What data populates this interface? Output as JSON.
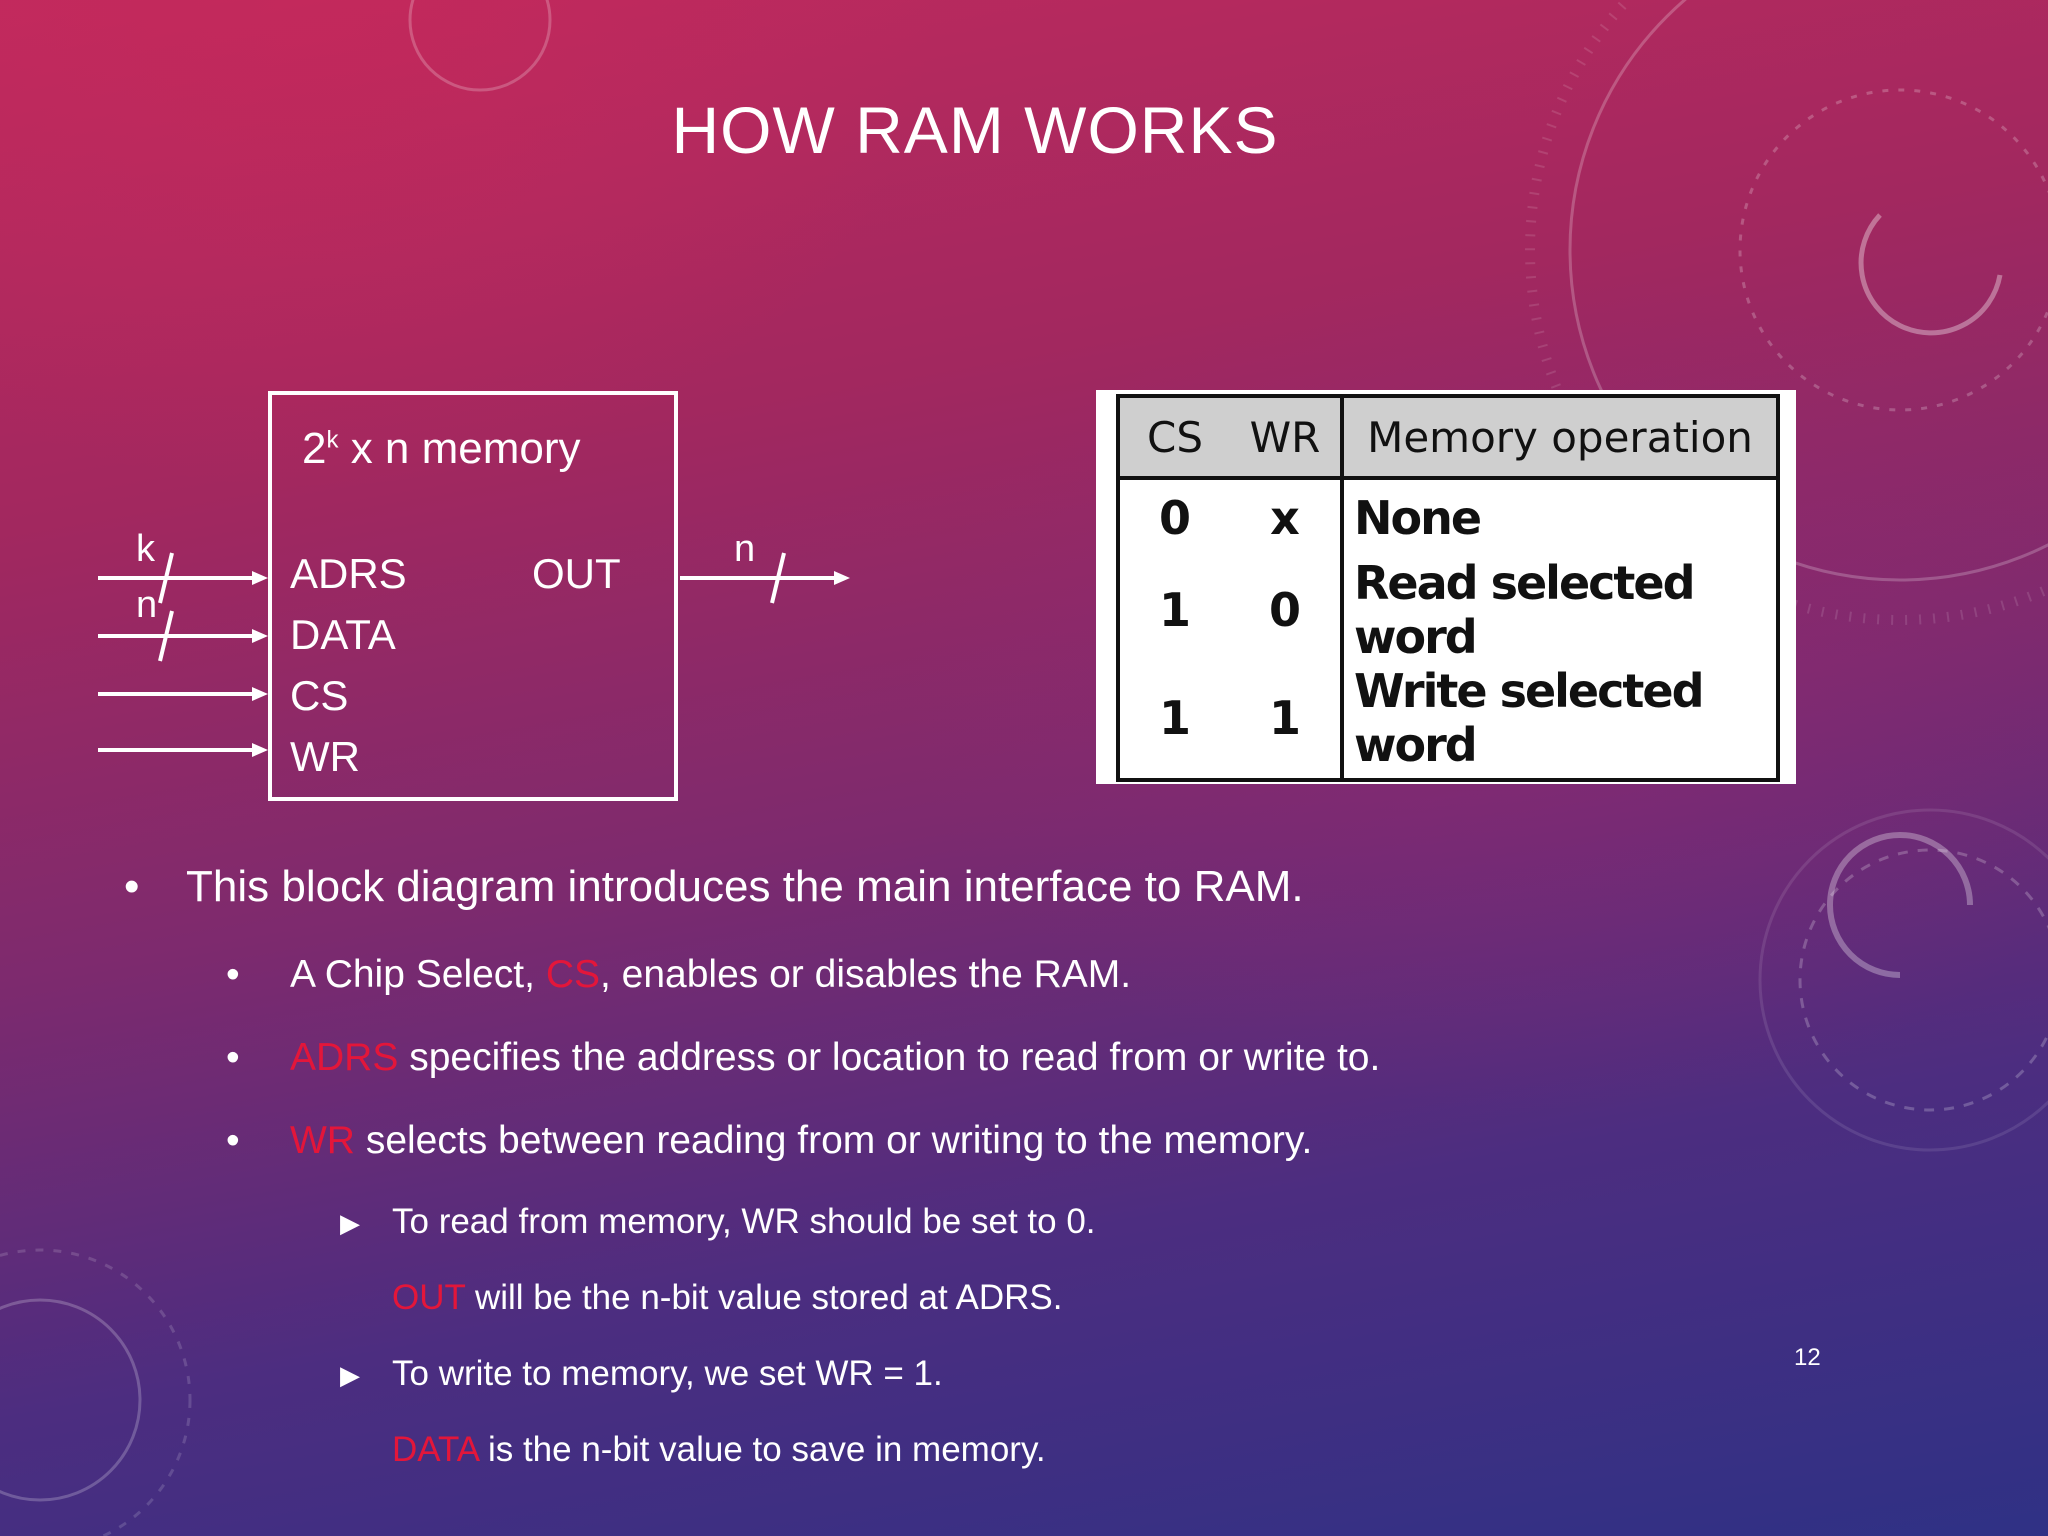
{
  "title": "HOW RAM WORKS",
  "diagram": {
    "box_title_base": "2",
    "box_title_sup": "k",
    "box_title_rest": " x n memory",
    "inputs": [
      "ADRS",
      "DATA",
      "CS",
      "WR"
    ],
    "output": "OUT",
    "bus_labels": {
      "adrs": "k",
      "data": "n",
      "out": "n"
    }
  },
  "table": {
    "headers": [
      "CS",
      "WR",
      "Memory operation"
    ],
    "rows": [
      [
        "0",
        "x",
        "None"
      ],
      [
        "1",
        "0",
        "Read selected word"
      ],
      [
        "1",
        "1",
        "Write selected word"
      ]
    ]
  },
  "bullets": {
    "main": "This block diagram introduces the main interface to RAM.",
    "cs_pre": "A Chip Select, ",
    "cs_red": "CS",
    "cs_post": ", enables or disables the RAM.",
    "adrs_red": "ADRS",
    "adrs_post": " specifies the address or location to read from or write to.",
    "wr_red": "WR",
    "wr_post": " selects between reading from or writing to the memory.",
    "read_line": "To read from memory, WR should be set to 0.",
    "out_red": "OUT",
    "out_post": " will be the n-bit value stored at ADRS.",
    "write_line": "To write to memory, we set WR = 1.",
    "data_red": "DATA",
    "data_post": " is the n-bit value to save in memory."
  },
  "page_number": "12",
  "colors": {
    "accent_red": "#e3163a",
    "background_top": "#c02a5e",
    "background_bottom": "#2f3185"
  }
}
